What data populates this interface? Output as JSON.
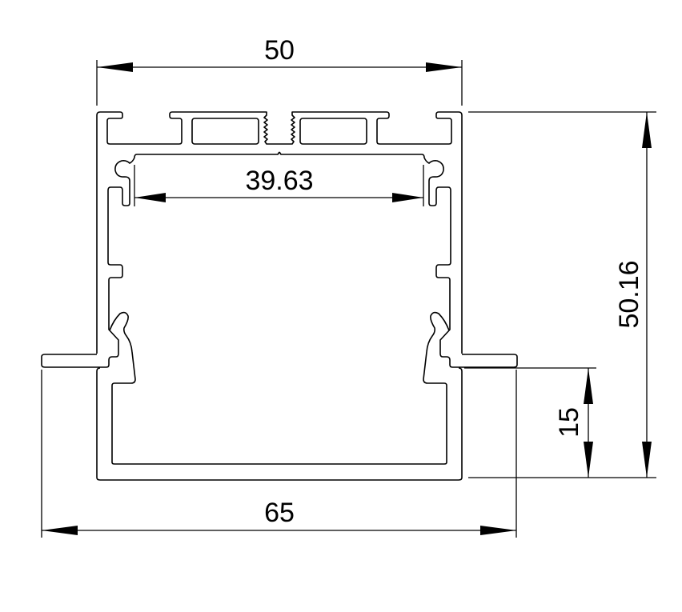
{
  "drawing": {
    "title": "Aluminium profile cross-section",
    "dimensions": {
      "top_width": "50",
      "inner_width": "39.63",
      "total_height": "50.16",
      "channel_height": "15",
      "flange_width": "65"
    },
    "colors": {
      "line": "#000000",
      "background": "#ffffff"
    }
  }
}
